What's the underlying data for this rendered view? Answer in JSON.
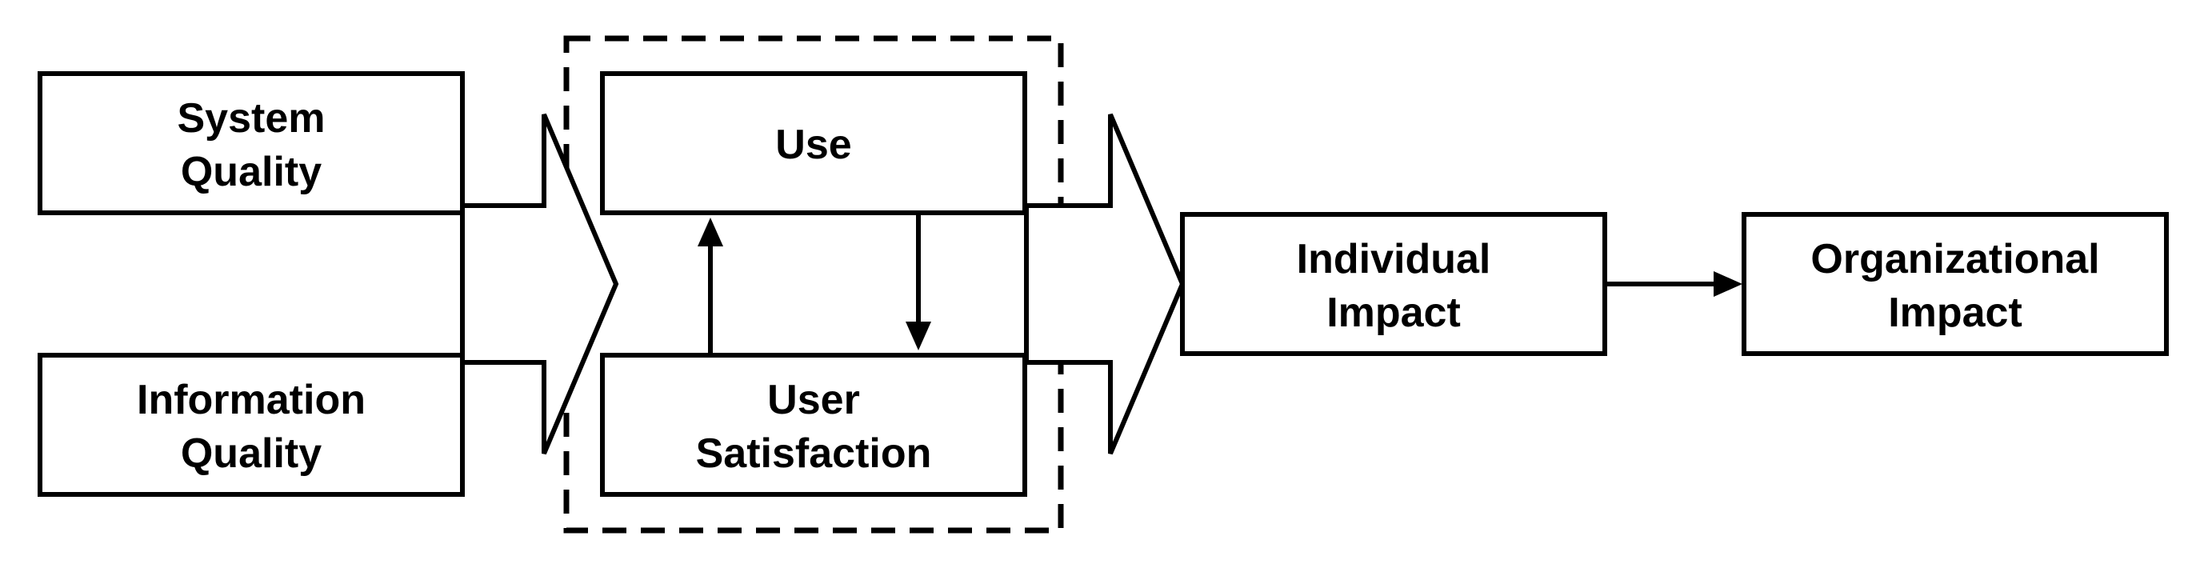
{
  "colors": {
    "stroke": "#000000",
    "background": "#ffffff"
  },
  "nodes": {
    "system_quality": {
      "line1": "System",
      "line2": "Quality"
    },
    "information_quality": {
      "line1": "Information",
      "line2": "Quality"
    },
    "use": {
      "line1": "Use"
    },
    "user_satisfaction": {
      "line1": "User",
      "line2": "Satisfaction"
    },
    "individual_impact": {
      "line1": "Individual",
      "line2": "Impact"
    },
    "organizational_impact": {
      "line1": "Organizational",
      "line2": "Impact"
    }
  }
}
